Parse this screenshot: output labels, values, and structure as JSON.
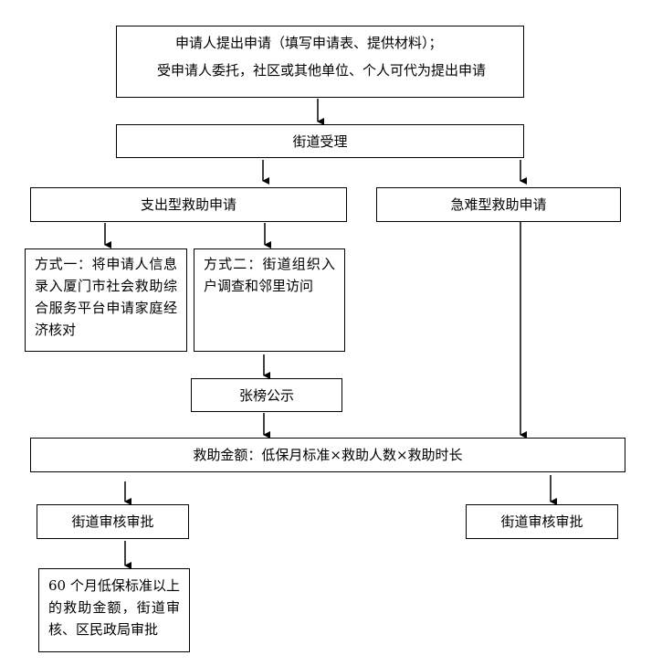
{
  "boxes": {
    "apply": {
      "line1": "申请人提出申请（填写申请表、提供材料）；",
      "line2": "受申请人委托，社区或其他单位、个人可代为提出申请"
    },
    "accept": "街道受理",
    "expense_apply": "支出型救助申请",
    "emergency_apply": "急难型救助申请",
    "method1": "方式一：将申请人信息录入厦门市社会救助综合服务平台申请家庭经济核对",
    "method2": "方式二：街道组织入户调查和邻里访问",
    "publicity": "张榜公示",
    "formula": "救助金额：低保月标准×救助人数×救助时长",
    "street_approve_left": "街道审核审批",
    "street_approve_right": "街道审核审批",
    "over60": "60 个月低保标准以上的救助金额，街道审核、区民政局审批"
  }
}
